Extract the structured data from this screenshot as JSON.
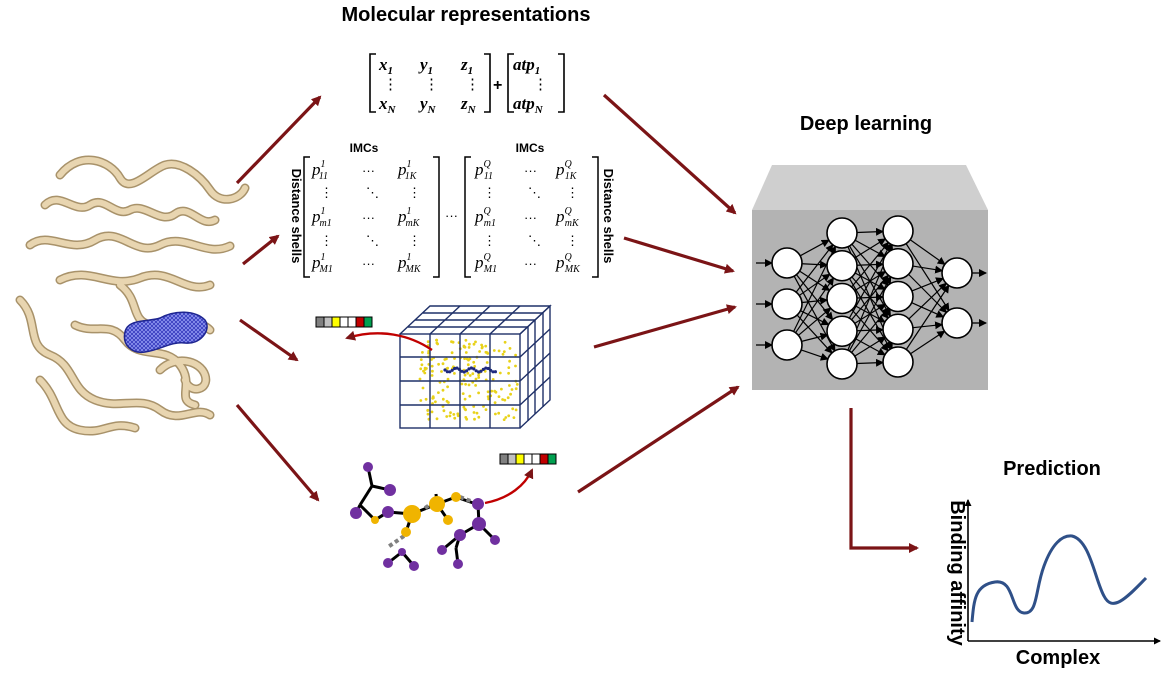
{
  "titles": {
    "molecular_representations": "Molecular representations",
    "deep_learning": "Deep learning",
    "prediction": "Prediction"
  },
  "coordinate_matrix": {
    "left": [
      [
        "x",
        "1"
      ],
      [
        "y",
        "1"
      ],
      [
        "z",
        "1"
      ],
      [
        "x",
        "N"
      ],
      [
        "y",
        "N"
      ],
      [
        "z",
        "N"
      ]
    ],
    "plus": "+",
    "right_top": [
      "atp",
      "1"
    ],
    "right_bottom": [
      "atp",
      "N"
    ],
    "dots": "⋮"
  },
  "imc_matrix": {
    "header": "IMCs",
    "row_label": "Distance shells",
    "ellipsis_between": "···",
    "hdots": "···",
    "ddots": "⋱",
    "vdots": "⋮",
    "left_entries": {
      "r1": [
        "p",
        "1",
        "11",
        "p",
        "1",
        "1K"
      ],
      "r2": [
        "p",
        "1",
        "m1",
        "p",
        "1",
        "mK"
      ],
      "r3": [
        "p",
        "1",
        "M1",
        "p",
        "1",
        "MK"
      ]
    },
    "right_entries": {
      "r1": [
        "p",
        "Q",
        "11",
        "p",
        "Q",
        "1K"
      ],
      "r2": [
        "p",
        "Q",
        "m1",
        "p",
        "Q",
        "mK"
      ],
      "r3": [
        "p",
        "Q",
        "M1",
        "p",
        "Q",
        "MK"
      ]
    }
  },
  "feature_vector_colors": [
    "#808080",
    "#c0c0c0",
    "#ffff00",
    "#ffffff",
    "#ffffff",
    "#c00000",
    "#00a050"
  ],
  "colors": {
    "arrow": "#7b1416",
    "protein": "#e8d5b0",
    "protein_stroke": "#a8926a",
    "ligand": "#3a3fc0",
    "grid": "#1f3068",
    "nn_box": "#b3b3b3",
    "nn_top": "#cccccc",
    "curve": "#2f5088",
    "graph_purple": "#7030a0",
    "graph_orange": "#f0b400"
  },
  "neural_net": {
    "layers": [
      3,
      5,
      5,
      2
    ]
  },
  "prediction_plot": {
    "xlabel": "Complex",
    "ylabel": "Binding affinity"
  }
}
